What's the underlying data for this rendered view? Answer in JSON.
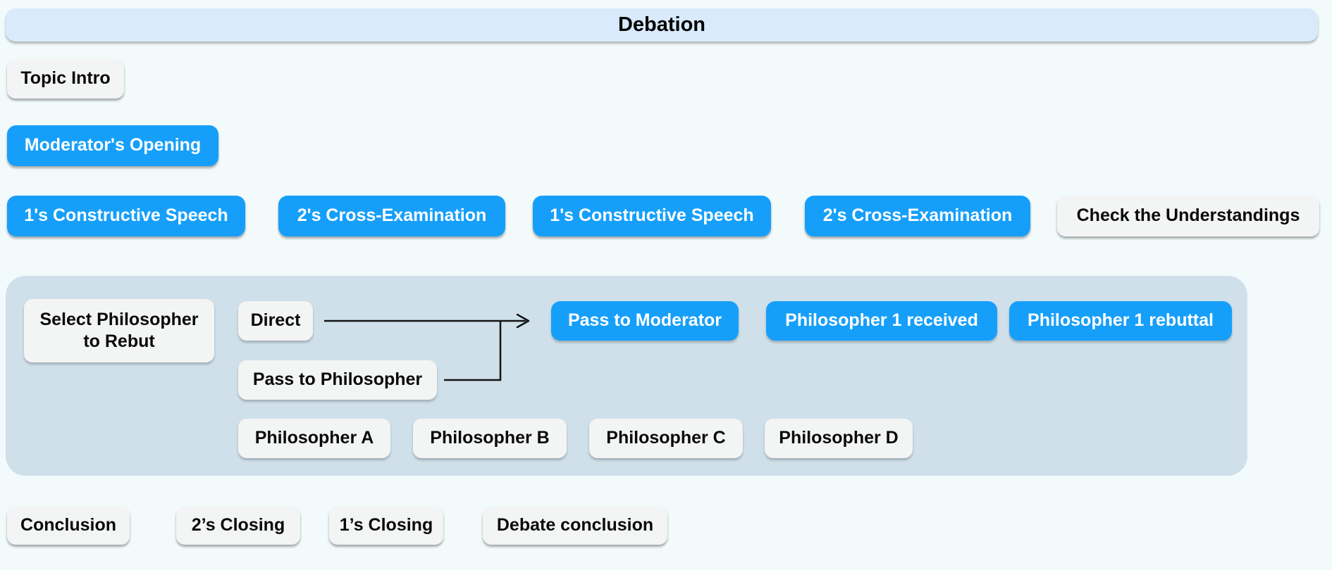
{
  "title": "Debation",
  "colors": {
    "page_bg": "#f2fafb",
    "header_bg": "#d8eafc",
    "accent_blue": "#169ffa",
    "node_gray": "#f3f4f4",
    "panel_bg": "#cfe0ea",
    "text_dark": "#000000",
    "text_light": "#ffffff"
  },
  "nodes": {
    "topic_intro": "Topic Intro",
    "moderator_opening": "Moderator's Opening",
    "row3": [
      "1's Constructive Speech",
      "2's Cross-Examination",
      "1's Constructive Speech",
      "2's Cross-Examination",
      "Check the Understandings"
    ],
    "rebuttal_panel": {
      "select_philosopher": "Select Philosopher to Rebut",
      "direct": "Direct",
      "pass_to_moderator": "Pass to Moderator",
      "philosopher_received": "Philosopher 1 received",
      "philosopher_rebuttal": "Philosopher 1 rebuttal",
      "pass_to_philosopher": "Pass to Philosopher",
      "philosophers": [
        "Philosopher A",
        "Philosopher B",
        "Philosopher C",
        "Philosopher D"
      ]
    },
    "closing_row": [
      "Conclusion",
      "2’s Closing",
      "1’s Closing",
      "Debate conclusion"
    ]
  }
}
